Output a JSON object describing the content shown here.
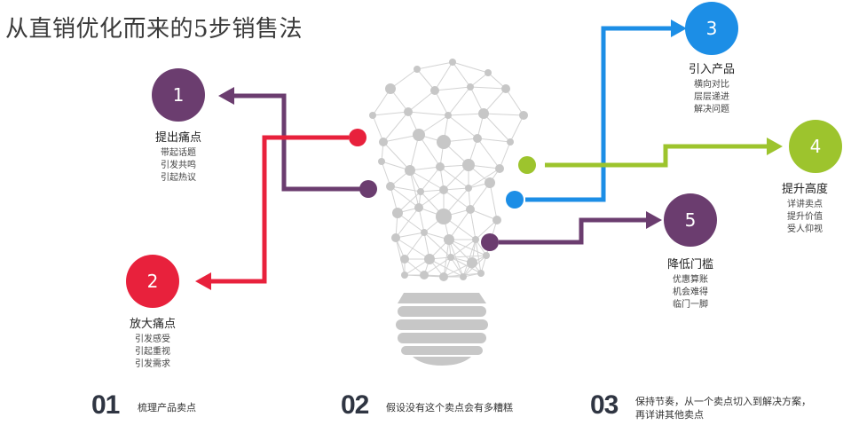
{
  "title": "从直销优化而来的5步销售法",
  "colors": {
    "purple": "#6b3d6f",
    "red": "#e8213c",
    "blue": "#1c8ee6",
    "green": "#9dc42d",
    "bulb": "#c7c7c7",
    "bulb_line": "#d3d3d3"
  },
  "steps": [
    {
      "num": "1",
      "title": "提出痛点",
      "subs": [
        "带起话题",
        "引发共鸣",
        "引起热议"
      ]
    },
    {
      "num": "2",
      "title": "放大痛点",
      "subs": [
        "引发感受",
        "引起重视",
        "引发需求"
      ]
    },
    {
      "num": "3",
      "title": "引入产品",
      "subs": [
        "横向对比",
        "层层递进",
        "解决问题"
      ]
    },
    {
      "num": "4",
      "title": "提升高度",
      "subs": [
        "详讲卖点",
        "提升价值",
        "受人仰视"
      ]
    },
    {
      "num": "5",
      "title": "降低门槛",
      "subs": [
        "优惠算账",
        "机会难得",
        "临门一脚"
      ]
    }
  ],
  "bottom": [
    {
      "num": "01",
      "text": "梳理产品卖点"
    },
    {
      "num": "02",
      "text": "假设没有这个卖点会有多糟糕"
    },
    {
      "num": "03",
      "text": "保持节奏，从一个卖点切入到解决方案，",
      "text2": "再详讲其他卖点"
    }
  ]
}
